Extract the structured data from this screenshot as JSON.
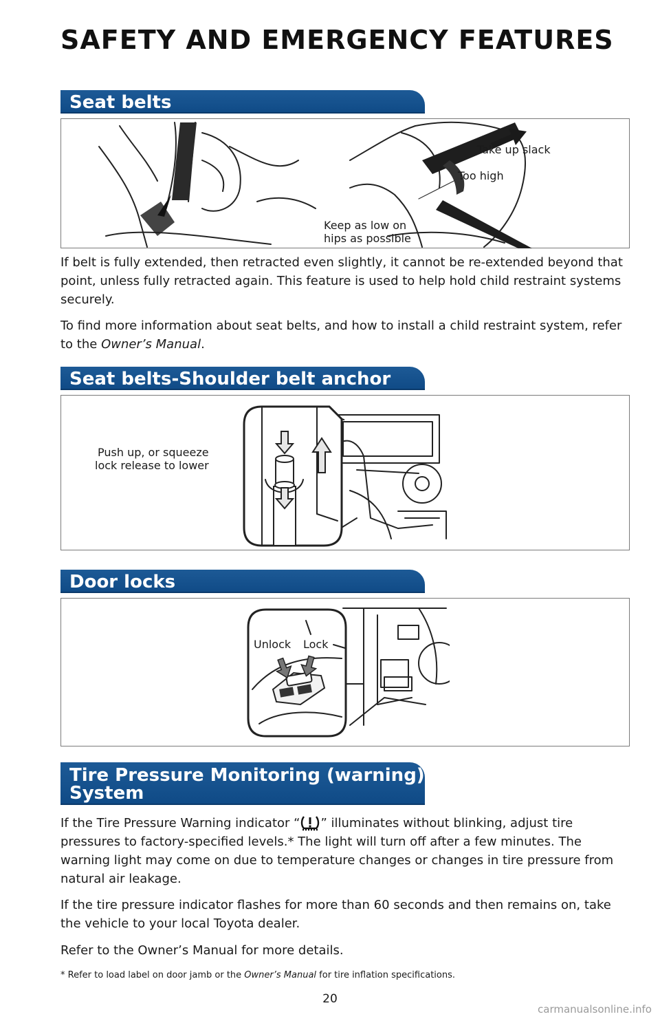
{
  "page": {
    "title": "SAFETY AND EMERGENCY FEATURES",
    "page_number": "20",
    "watermark": "carmanualsonline.info"
  },
  "seat_belts": {
    "heading": "Seat belts",
    "callouts": {
      "take_up_slack": "Take up slack",
      "too_high": "Too high",
      "keep_low_line1": "Keep as low on",
      "keep_low_line2": "hips as possible"
    },
    "para1": "If belt is fully extended, then retracted even slightly, it cannot be re-extended beyond that point, unless fully retracted again. This feature is used to help hold child restraint systems securely.",
    "para2_before": "To find more information about seat belts, and how to install a child restraint system, refer to the ",
    "para2_italic": "Owner’s Manual",
    "para2_after": "."
  },
  "shoulder_anchor": {
    "heading": "Seat belts-Shoulder belt anchor",
    "callout_line1": "Push up, or squeeze",
    "callout_line2": "lock release to lower"
  },
  "door_locks": {
    "heading": "Door locks",
    "unlock_label": "Unlock",
    "lock_label": "Lock"
  },
  "tpms": {
    "heading_line1": "Tire Pressure Monitoring (warning)",
    "heading_line2": "System",
    "para1_before": "If the Tire Pressure Warning indicator “",
    "para1_after": "” illuminates without blinking, adjust tire pressures to factory-specified levels.* The light will turn off after a few minutes. The warning light may come on due to temperature changes or changes in tire pressure from natural air leakage.",
    "para2": "If the tire pressure indicator flashes for more than 60 seconds and then remains on, take the vehicle to your local Toyota dealer.",
    "para3": "Refer to the Owner’s Manual for more details.",
    "indicator_icon": "tire-pressure-warning-icon"
  },
  "footnote": {
    "before": "* Refer to load label on door jamb or the ",
    "italic": "Owner’s Manual",
    "after": " for tire inflation specifications."
  },
  "colors": {
    "section_tab": "#1d5a96",
    "text": "#1a1a1a"
  }
}
